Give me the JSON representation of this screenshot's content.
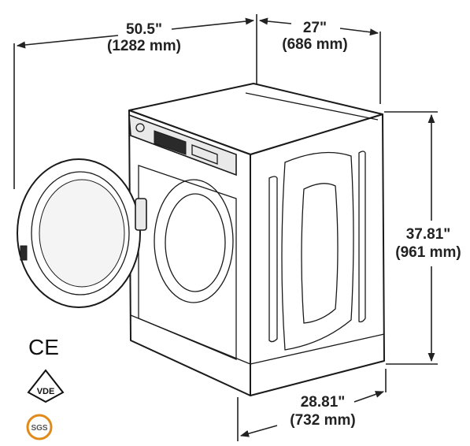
{
  "dimensions": {
    "width": {
      "inches": "50.5\"",
      "mm": "(1282 mm)"
    },
    "depth": {
      "inches": "27\"",
      "mm": "(686 mm)"
    },
    "height": {
      "inches": "37.81\"",
      "mm": "(961 mm)"
    },
    "base": {
      "inches": "28.81\"",
      "mm": "(732 mm)"
    }
  },
  "marks": {
    "ce": "CE",
    "vde": "VDE",
    "sgs": "SGS"
  }
}
